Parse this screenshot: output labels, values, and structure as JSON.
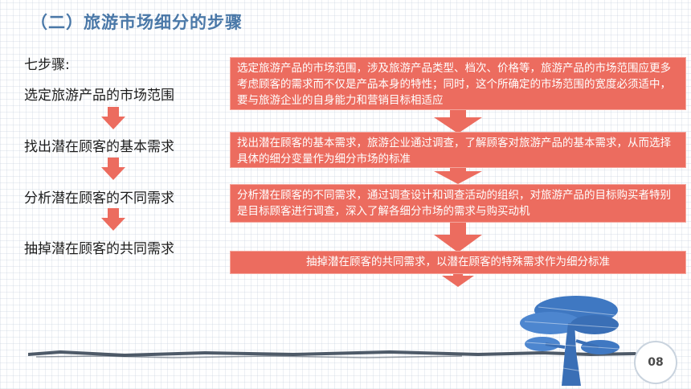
{
  "slide": {
    "title": "（二）旅游市场细分的步骤",
    "intro": "七步骤:",
    "steps": [
      "选定旅游产品的市场范围",
      "找出潜在顾客的基本需求",
      "分析潜在顾客的不同需求",
      "抽掉潜在顾客的共同需求"
    ],
    "details": [
      "选定旅游产品的市场范围，涉及旅游产品类型、档次、价格等，旅游产品的市场范围应更多考虑顾客的需求而不仅是产品本身的特性；同时，这个所确定的市场范围的宽度必须适中，要与旅游企业的自身能力和营销目标相适应",
      "找出潜在顾客的基本需求，旅游企业通过调查，了解顾客对旅游产品的基本需求，从而选择具体的细分变量作为细分市场的标准",
      "分析潜在顾客的不同需求，通过调查设计和调查活动的组织，对旅游产品的目标购买者特别是目标顾客进行调查，深入了解各细分市场的需求与购买动机",
      "抽掉潜在顾客的共同需求，以潜在顾客的特殊需求作为细分标准"
    ],
    "page_number": "08"
  },
  "colors": {
    "title": "#4a78a8",
    "box_fill": "#ec6c5f",
    "arrow_fill": "#ec6c5f",
    "tree": "#3f78c2"
  }
}
